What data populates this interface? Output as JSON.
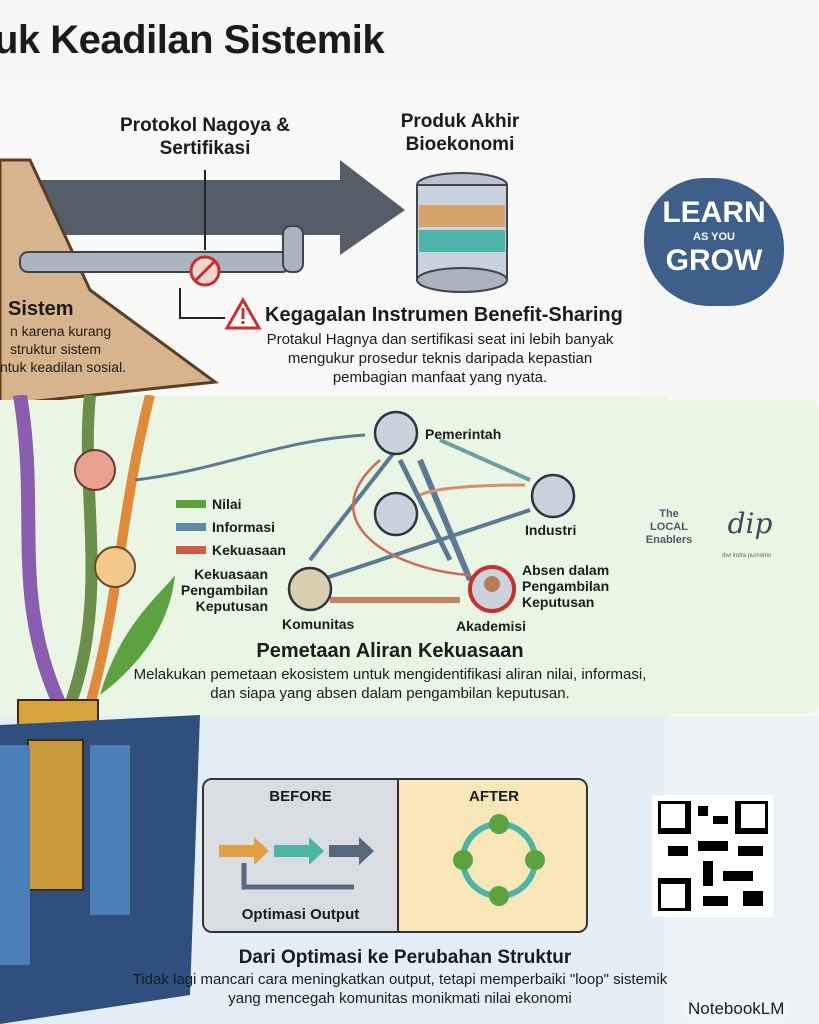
{
  "title": "uk Keadilan Sistemik",
  "top": {
    "protokol_label": "Protokol Nagoya & Sertifikasi",
    "produk_label": "Produk Akhir Bioekonomi",
    "sistem_heading": "Sistem",
    "sistem_text": [
      "n karena kurang",
      "struktur sistem",
      "ntuk keadilan sosial."
    ],
    "failure_heading": "Kegagalan Instrumen Benefit-Sharing",
    "failure_text": "Protakul Hagnya dan sertifikasi seat ini lebih banyak mengukur prosedur teknis daripada kepastian pembagian manfaat yang nyata."
  },
  "mapping": {
    "legend": [
      {
        "label": "Nilai",
        "color": "#5aa33f"
      },
      {
        "label": "Informasi",
        "color": "#5b8cae"
      },
      {
        "label": "Kekuasaan",
        "color": "#d25c4a"
      }
    ],
    "nodes": {
      "pemerintah": "Pemerintah",
      "industri": "Industri",
      "komunitas": "Komunitas",
      "akademisi": "Akademisi"
    },
    "komunitas_note": "Kekuasaan Pengambilan Keputusan",
    "akademisi_note": "Absen dalam Pengambilan Keputusan",
    "heading": "Pemetaan Aliran Kekuasaan",
    "text": "Melakukan pemetaan ekosistem untuk mengidentifikasi aliran nilai, informasi, dan siapa yang absen dalam pengambilan keputusan."
  },
  "change": {
    "before_label": "BEFORE",
    "after_label": "AFTER",
    "before_caption": "Optimasi Output",
    "heading": "Dari Optimasi ke Perubahan Struktur",
    "text": "Tidak lagi mancari cara meningkatkan output, tetapi memperbaiki \"loop\" sistemik yang mencegah komunitas monikmati nilai ekonomi"
  },
  "logos": {
    "learn": [
      "LEARN",
      "AS YOU",
      "GROW"
    ],
    "local": "The LOCAL Enablers",
    "dip": "dip",
    "dip_sub": "dwi indra purnomo"
  },
  "watermark": "NotebookLM"
}
